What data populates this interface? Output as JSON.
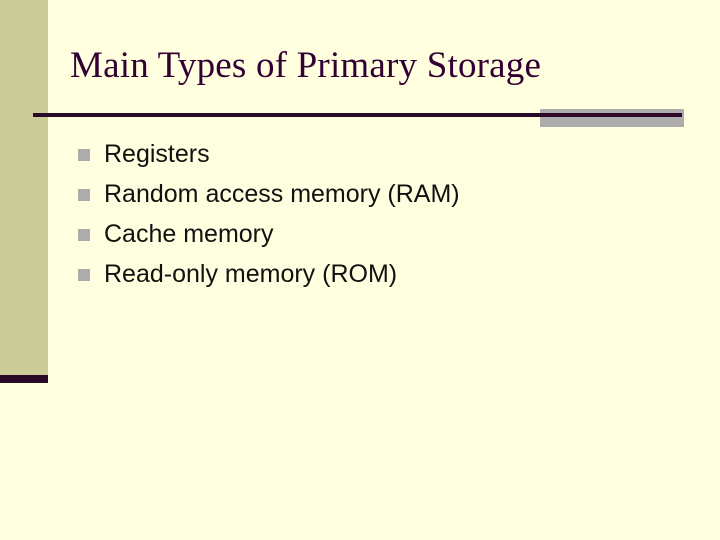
{
  "slide": {
    "title": "Main Types of Primary Storage",
    "bullets": [
      {
        "marker": "square-bullet-icon",
        "label": "Registers"
      },
      {
        "marker": "square-bullet-icon",
        "label": "Random access memory (RAM)"
      },
      {
        "marker": "square-bullet-icon",
        "label": "Cache memory"
      },
      {
        "marker": "square-bullet-icon",
        "label": "Read-only memory (ROM)"
      }
    ],
    "decor": {
      "sidebar_band": "olive-vertical-band",
      "sidebar_foot": "dark-band-under-sidebar",
      "rule_line": "horizontal-divider-rule",
      "rule_block": "grey-accent-block"
    },
    "colors": {
      "background": "#FFFFE0",
      "sidebar": "#CCCC99",
      "title": "#330033",
      "rule": "#2A0A28",
      "accent_grey": "#ADADAD",
      "body_text": "#111111"
    }
  }
}
